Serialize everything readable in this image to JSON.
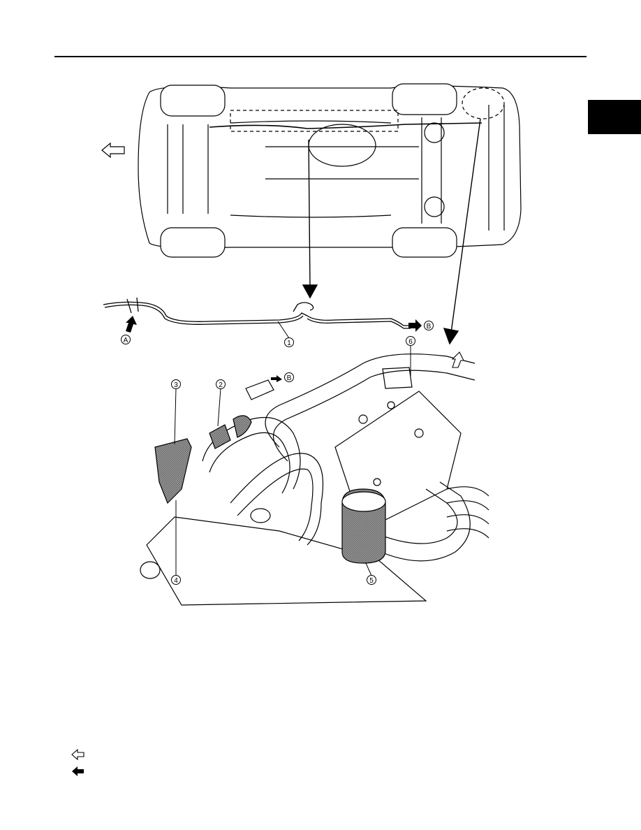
{
  "callouts": {
    "c1": "1",
    "c2": "2",
    "c3": "3",
    "c4": "4",
    "c5": "5",
    "c6": "6",
    "ref_a": "A",
    "ref_b_upper": "B",
    "ref_b_lower": "B"
  },
  "legend": {
    "items": [
      {
        "icon": "front-arrow-outline-icon"
      },
      {
        "icon": "direction-arrow-solid-icon"
      }
    ]
  },
  "colors": {
    "ink": "#000000",
    "paper": "#ffffff",
    "hatch": "#7a7a7a"
  }
}
